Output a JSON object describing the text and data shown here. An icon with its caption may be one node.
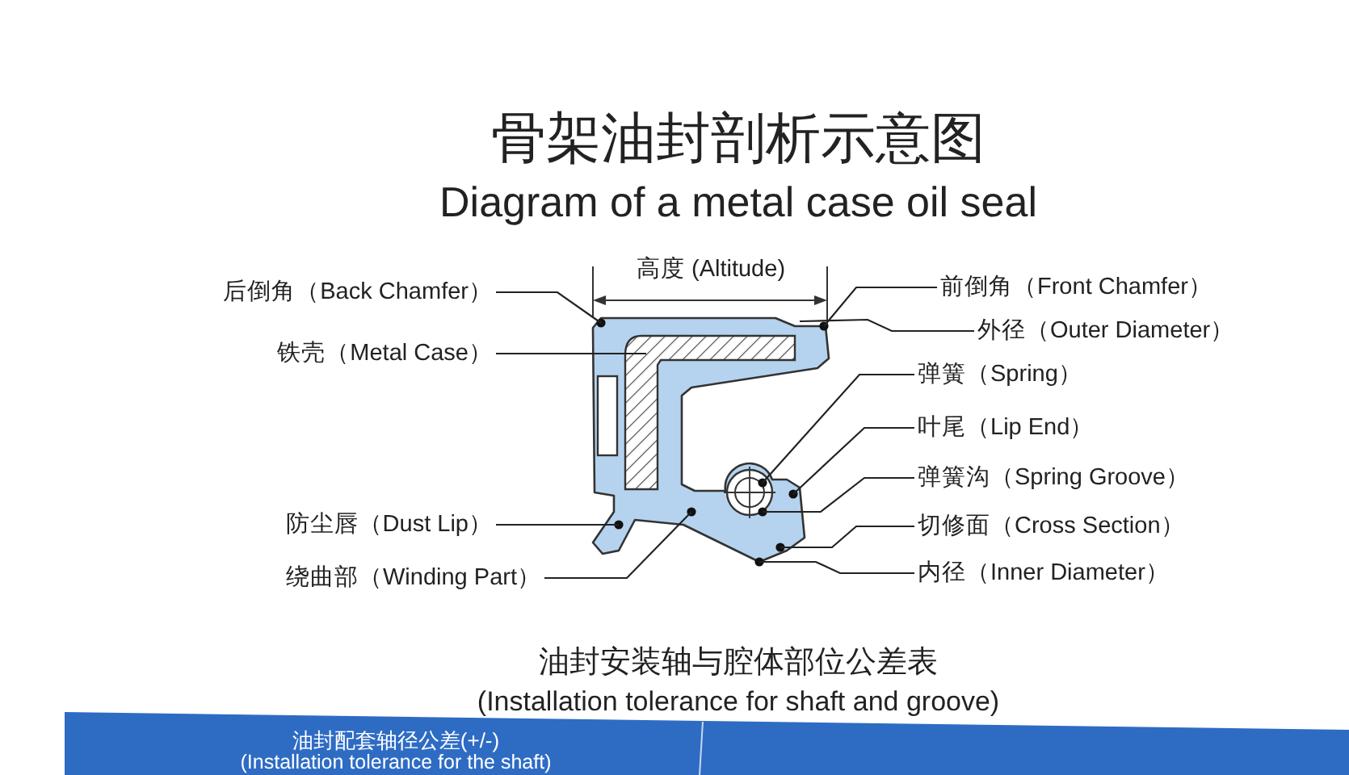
{
  "diagram": {
    "title": "骨架油封剖析示意图",
    "nodes": [
      {
        "text": [
          "后倒角（Back Chamfer）"
        ]
      },
      {
        "text": [
          "前倒角（Front Chamfer）"
        ]
      },
      {
        "text": [
          "外径（Outer Diameter）"
        ]
      },
      {
        "text": [
          "铁壳（Metal Case）"
        ]
      },
      {
        "text": [
          "弹簧（Spring）"
        ]
      },
      {
        "text": [
          "叶尾（Lip End）"
        ]
      },
      {
        "text": [
          "弹簧沟（Spring Groove）"
        ]
      },
      {
        "text": [
          "防尘唇（Dust Lip）"
        ]
      },
      {
        "text": [
          "切修面（Cross Section）"
        ]
      },
      {
        "text": [
          "绕曲部（Winding Part）"
        ]
      },
      {
        "text": [
          "内径（Inner Diameter）"
        ]
      }
    ],
    "edges": [
      {
        "from": 0,
        "to": null,
        "arrow": "none"
      },
      {
        "from": 1,
        "to": null,
        "arrow": "none"
      },
      {
        "from": 2,
        "to": null,
        "arrow": "none"
      },
      {
        "from": 3,
        "to": null,
        "arrow": "none"
      },
      {
        "from": 4,
        "to": null,
        "arrow": "none"
      },
      {
        "from": 5,
        "to": null,
        "arrow": "none"
      },
      {
        "from": 6,
        "to": null,
        "arrow": "none"
      },
      {
        "from": 7,
        "to": null,
        "arrow": "none"
      },
      {
        "from": 8,
        "to": null,
        "arrow": "none"
      },
      {
        "from": 9,
        "to": null,
        "arrow": "none"
      },
      {
        "from": 10,
        "to": null,
        "arrow": "none"
      }
    ],
    "labels": [
      "Diagram of a metal case oil seal",
      "高度 (Altitude)",
      "油封安装轴与腔体部位公差表",
      "(Installation tolerance for shaft and groove)",
      "油封配套轴径公差(+/-)",
      "(Installation tolerance for the shaft)"
    ]
  }
}
